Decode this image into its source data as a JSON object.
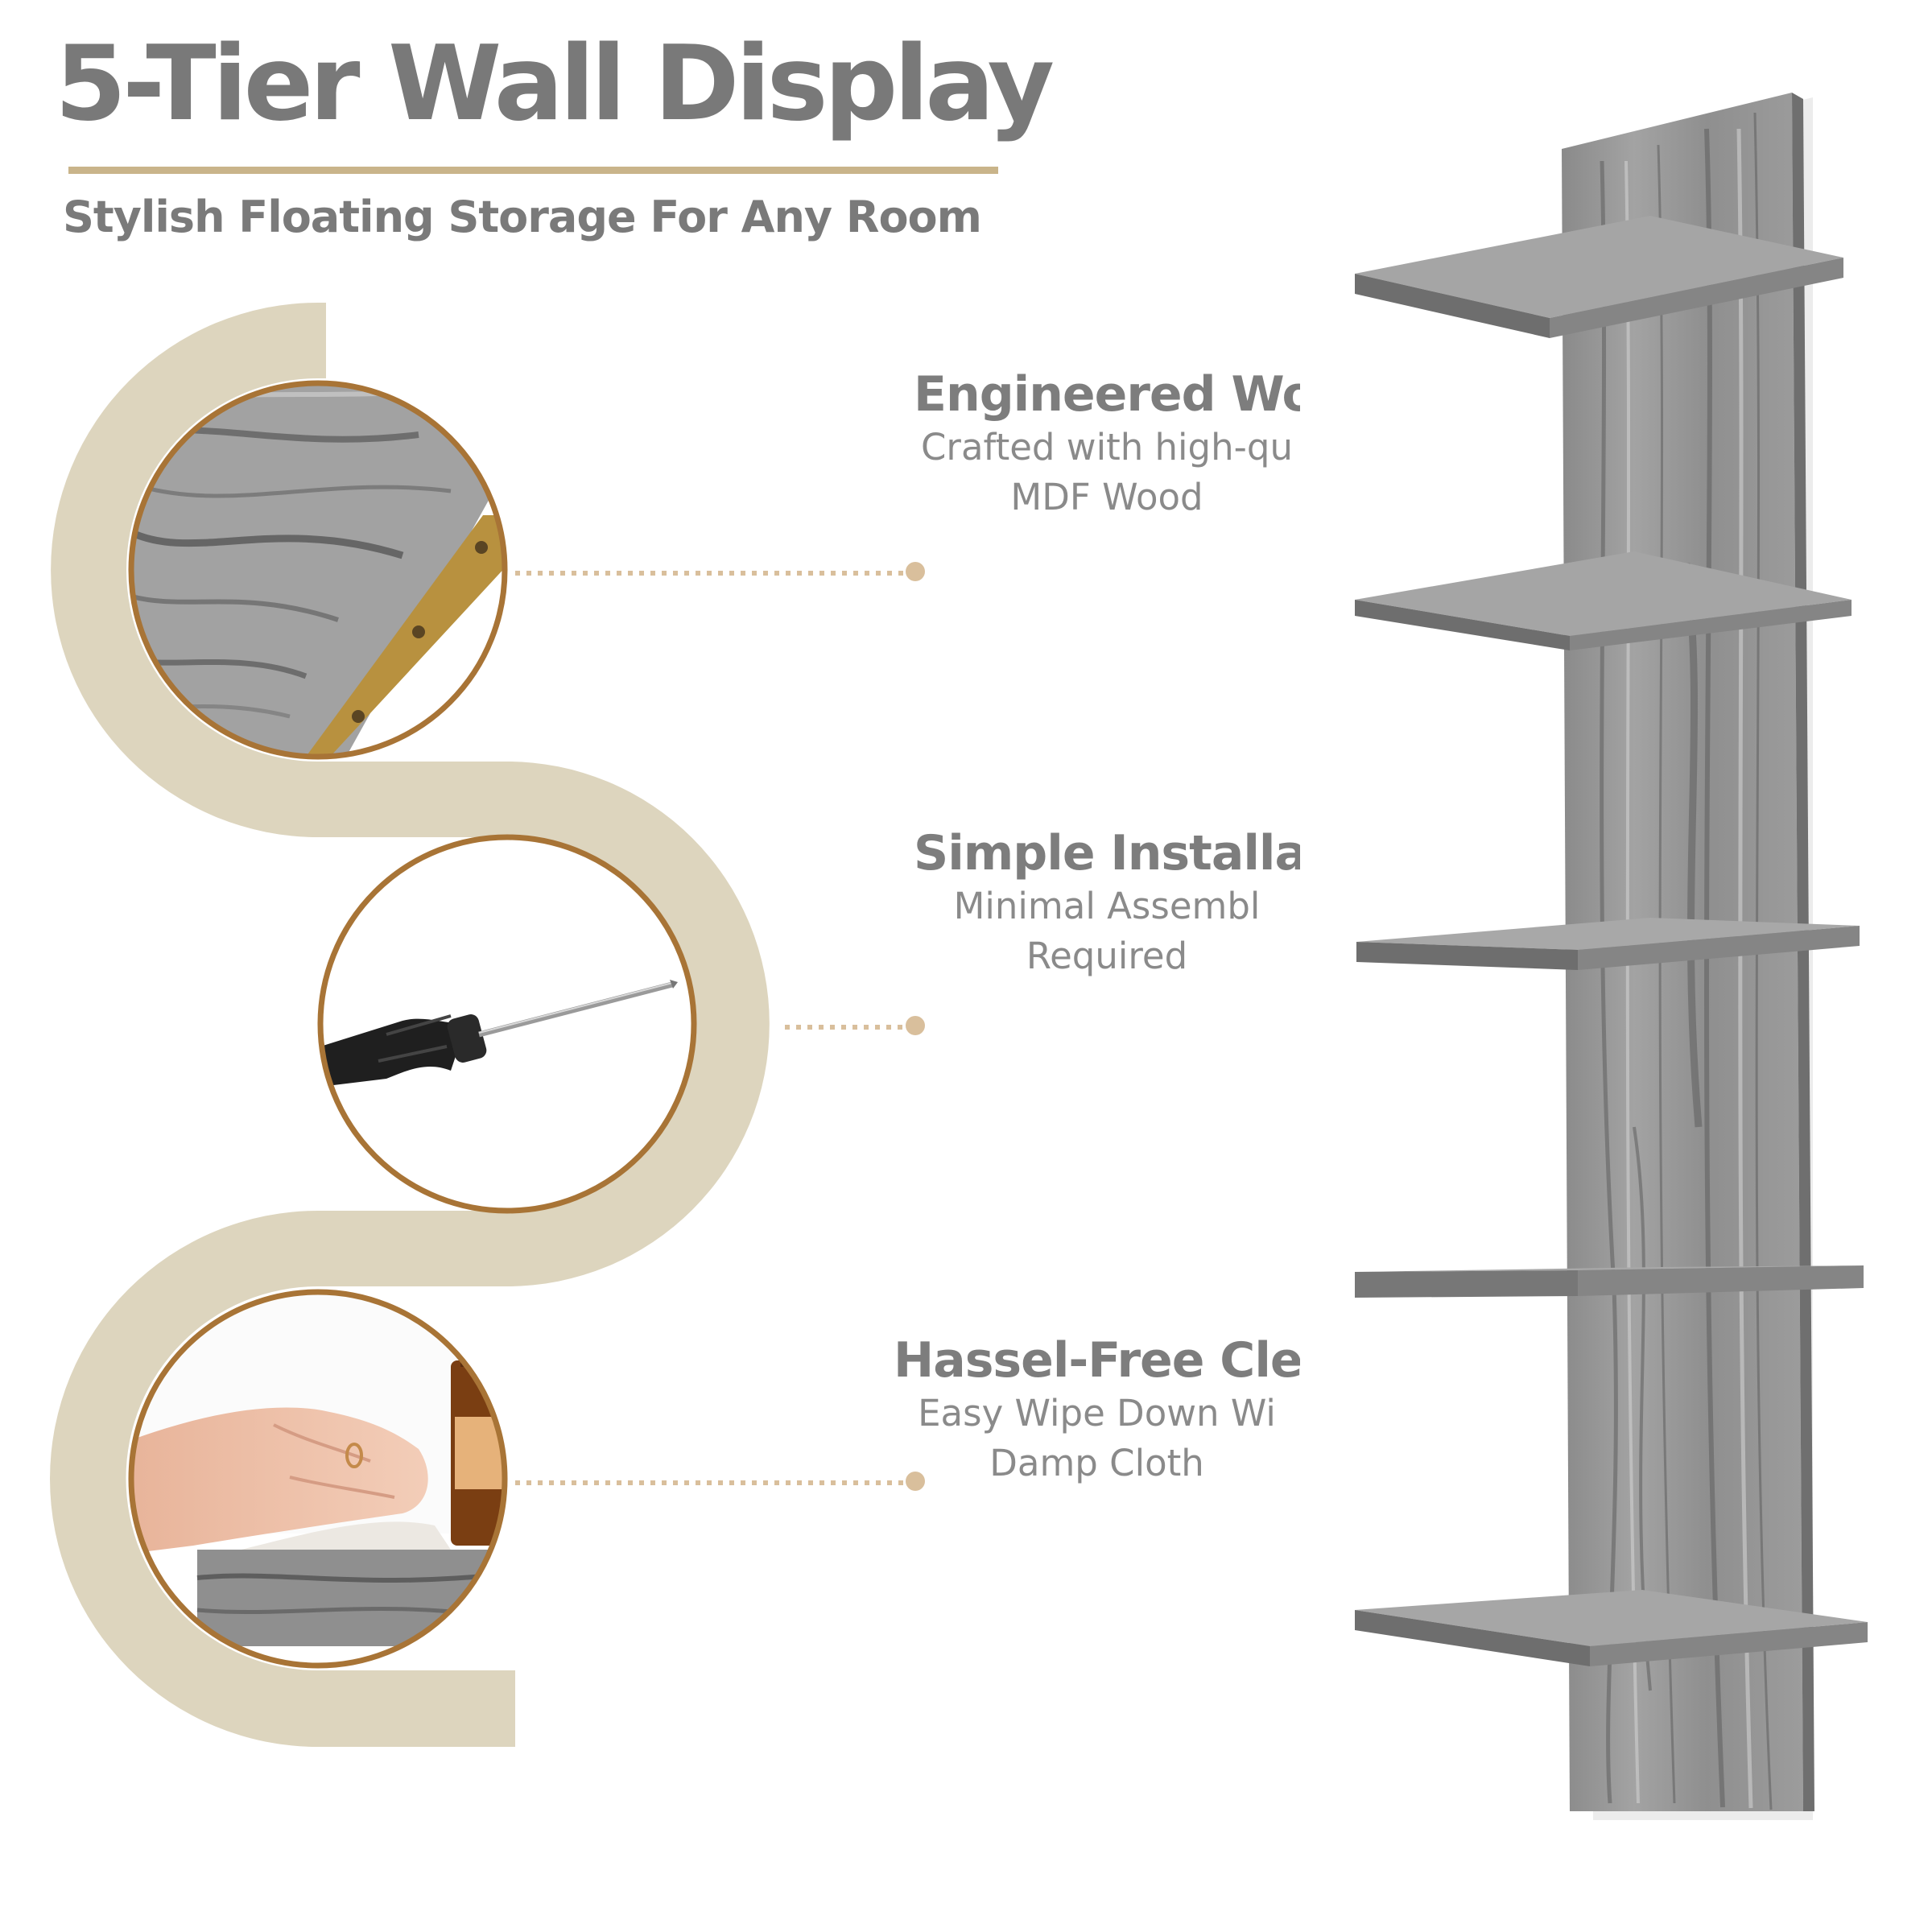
{
  "header": {
    "title": "5-Tier Wall Display",
    "subtitle": "Stylish Floating Storage For Any Room"
  },
  "features": [
    {
      "title": "Engineered Wo",
      "desc_line1": "Crafted with high-qu",
      "desc_line2": "MDF Wood"
    },
    {
      "title": "Simple Installat",
      "desc_line1": "Minimal Assembl",
      "desc_line2": "Required"
    },
    {
      "title": "Hassel-Free Clea",
      "desc_line1": "Easy Wipe Down Wi",
      "desc_line2": "Damp Cloth"
    }
  ],
  "colors": {
    "accent_beige": "#ddd5be",
    "accent_gold": "#c9b48a",
    "circle_border": "#a87436",
    "dot": "#d9bf9c",
    "wood_gray": "#8e8e8e"
  },
  "icons": {
    "circle1": "wood-grain-closeup-icon",
    "circle2": "screwdriver-icon",
    "circle3": "hand-wiping-shelf-icon"
  }
}
